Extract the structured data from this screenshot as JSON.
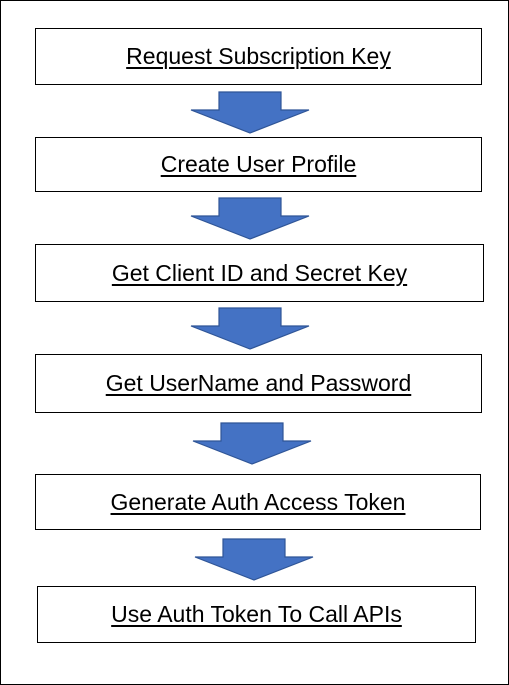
{
  "steps": [
    {
      "label": "Request Subscription Key"
    },
    {
      "label": "Create User Profile"
    },
    {
      "label": "Get Client ID and Secret Key"
    },
    {
      "label": "Get UserName and Password"
    },
    {
      "label": "Generate Auth Access Token"
    },
    {
      "label": "Use Auth Token To Call APIs"
    }
  ],
  "colors": {
    "arrow_fill": "#4472c4",
    "arrow_stroke": "#2f5597",
    "box_border": "#000000",
    "text": "#000000"
  },
  "icons": {
    "connector": "down-arrow-icon"
  }
}
